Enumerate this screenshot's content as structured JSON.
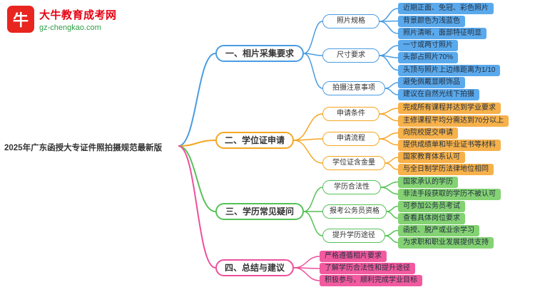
{
  "logo": {
    "brand": "大牛教育成考网",
    "domain": "gz-chengkao.com",
    "icon_glyph": "牛"
  },
  "root": {
    "label": "2025年广东函授大专证件照拍摄规范最新版"
  },
  "colors": {
    "blue": "#4a9ce2",
    "orange": "#f5a623",
    "green": "#56c156",
    "pink": "#ee4f9b",
    "brand_red": "#e60012",
    "domain_green": "#2e9e46"
  },
  "branches": [
    {
      "label": "一、相片采集要求",
      "children": [
        {
          "label": "照片规格",
          "leaves": [
            "近期正面、免冠、彩色照片",
            "背景颜色为浅蓝色",
            "照片清晰，面部特征明显"
          ]
        },
        {
          "label": "尺寸要求",
          "leaves": [
            "一寸或两寸照片",
            "头部占照片70%",
            "头顶与照片上边缘距离为1/10"
          ]
        },
        {
          "label": "拍摄注意事项",
          "leaves": [
            "避免佩戴显眼饰品",
            "建议在自然光线下拍摄"
          ]
        }
      ]
    },
    {
      "label": "二、学位证申请",
      "children": [
        {
          "label": "申请条件",
          "leaves": [
            "完成所有课程并达到学业要求",
            "主修课程平均分需达到70分以上"
          ]
        },
        {
          "label": "申请流程",
          "leaves": [
            "向院校提交申请",
            "提供成绩单和毕业证书等材料"
          ]
        },
        {
          "label": "学位证含金量",
          "leaves": [
            "国家教育体系认可",
            "与全日制学历法律地位相同"
          ]
        }
      ]
    },
    {
      "label": "三、学历常见疑问",
      "children": [
        {
          "label": "学历合法性",
          "leaves": [
            "国家承认的学历",
            "非法手段获取的学历不被认可"
          ]
        },
        {
          "label": "报考公务员资格",
          "leaves": [
            "可参加公务员考试",
            "查看具体岗位要求"
          ]
        },
        {
          "label": "提升学历途径",
          "leaves": [
            "函授、脱产或业余学习",
            "为求职和职业发展提供支持"
          ]
        }
      ]
    },
    {
      "label": "四、总结与建议",
      "leaves": [
        "严格遵循相片要求",
        "了解学历合法性和提升途径",
        "积极参与，顺利完成学业目标"
      ]
    }
  ]
}
